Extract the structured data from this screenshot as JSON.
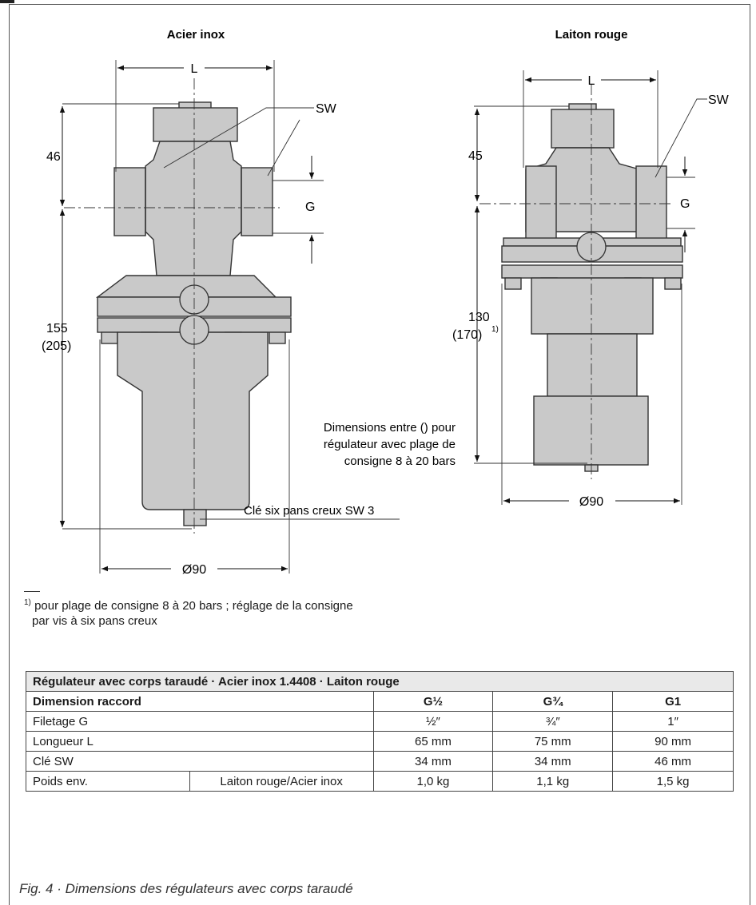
{
  "drawing_left": {
    "title": "Acier inox",
    "dim_L": "L",
    "dim_SW": "SW",
    "dim_G": "G",
    "dim_46": "46",
    "dim_155": "155",
    "dim_205": "(205)",
    "dim_diameter": "Ø90",
    "key_note": "Clé six pans creux SW 3"
  },
  "drawing_right": {
    "title": "Laiton rouge",
    "dim_L": "L",
    "dim_SW": "SW",
    "dim_G": "G",
    "dim_45": "45",
    "dim_130": "130",
    "dim_170": "(170)",
    "dim_170_sup": "1)",
    "dim_diameter": "Ø90",
    "note_line1": "Dimensions entre () pour",
    "note_line2": "régulateur avec plage de",
    "note_line3": "consigne 8 à 20 bars"
  },
  "footnote": {
    "marker": "1)",
    "line1": " pour plage de consigne 8 à 20 bars ; réglage de la consigne",
    "line2": "par vis à six pans creux"
  },
  "table": {
    "title": "Régulateur avec corps taraudé · Acier inox 1.4408 · Laiton rouge",
    "header": {
      "label": "Dimension raccord",
      "cols": [
        "G½",
        "G¾",
        "G1"
      ]
    },
    "rows": [
      {
        "label": "Filetage G",
        "sub": "",
        "values": [
          "½″",
          "¾″",
          "1″"
        ]
      },
      {
        "label": "Longueur L",
        "sub": "",
        "values": [
          "65 mm",
          "75 mm",
          "90 mm"
        ]
      },
      {
        "label": "Clé SW",
        "sub": "",
        "values": [
          "34 mm",
          "34 mm",
          "46 mm"
        ]
      },
      {
        "label": "Poids env.",
        "sub": "Laiton rouge/Acier inox",
        "values": [
          "1,0 kg",
          "1,1 kg",
          "1,5 kg"
        ]
      }
    ]
  },
  "caption": "Fig. 4 · Dimensions des régulateurs avec corps taraudé"
}
